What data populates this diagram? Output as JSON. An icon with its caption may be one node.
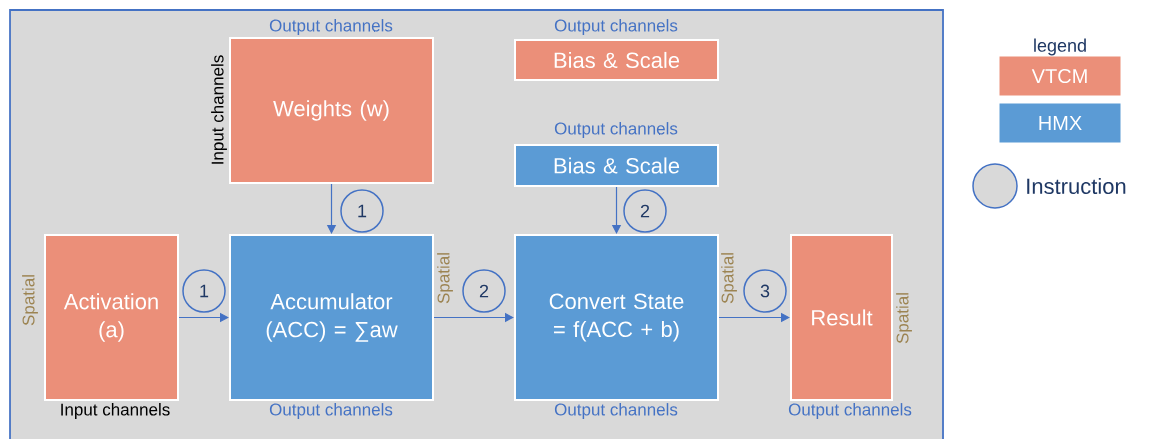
{
  "diagram": {
    "nodes": [
      {
        "text": [
          "Weights (w)"
        ],
        "beside": [
          "Output channels",
          "Input channels"
        ]
      },
      {
        "text": [
          "Bias & Scale"
        ],
        "beside": [
          "Output channels"
        ]
      },
      {
        "text": [
          "Bias & Scale"
        ],
        "beside": [
          "Output channels"
        ]
      },
      {
        "text": [
          "1"
        ]
      },
      {
        "text": [
          "2"
        ]
      },
      {
        "text": [
          "Activation (a)"
        ],
        "beside": [
          "Spatial",
          "Input channels"
        ]
      },
      {
        "text": [
          "1"
        ]
      },
      {
        "text": [
          "Accumulator (ACC) = ∑aw"
        ],
        "beside": [
          "Spatial",
          "Output channels"
        ]
      },
      {
        "text": [
          "2"
        ]
      },
      {
        "text": [
          "Convert State = f(ACC + b)"
        ],
        "beside": [
          "Spatial",
          "Output channels"
        ]
      },
      {
        "text": [
          "3"
        ]
      },
      {
        "text": [
          "Result"
        ],
        "beside": [
          "Spatial",
          "Output channels"
        ]
      }
    ],
    "edges": [
      {
        "from": 0,
        "to": 7,
        "arrow": "to"
      },
      {
        "from": 2,
        "to": 9,
        "arrow": "to"
      },
      {
        "from": 5,
        "to": 7,
        "arrow": "to"
      },
      {
        "from": 7,
        "to": 9,
        "arrow": "to"
      },
      {
        "from": 9,
        "to": 11,
        "arrow": "to"
      }
    ],
    "labels": [
      "legend"
    ],
    "legend": [
      {
        "text": "VTCM",
        "color": "#eb8f79"
      },
      {
        "text": "HMX",
        "color": "#5b9bd5"
      },
      {
        "text": "Instruction"
      }
    ]
  }
}
